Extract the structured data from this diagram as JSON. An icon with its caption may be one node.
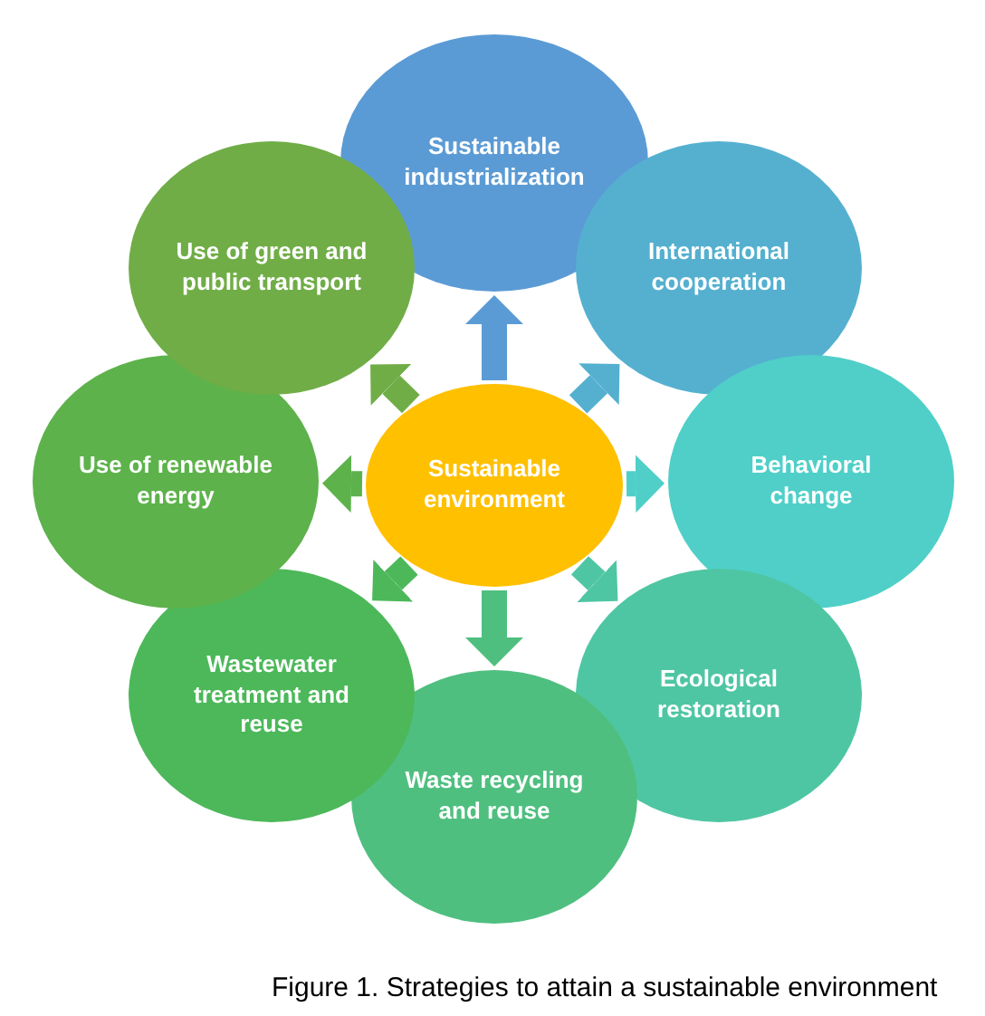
{
  "diagram": {
    "caption": "Figure 1. Strategies to attain a sustainable environment",
    "nodes": [
      {
        "text": [
          "Sustainable industrialization"
        ]
      },
      {
        "text": [
          "International cooperation"
        ]
      },
      {
        "text": [
          "Behavioral change"
        ]
      },
      {
        "text": [
          "Ecological restoration"
        ]
      },
      {
        "text": [
          "Waste recycling and reuse"
        ]
      },
      {
        "text": [
          "Wastewater treatment and reuse"
        ]
      },
      {
        "text": [
          "Use of renewable energy"
        ]
      },
      {
        "text": [
          "Use of green and public transport"
        ]
      },
      {
        "text": [
          "Sustainable environment"
        ]
      }
    ],
    "edges": [
      {
        "from": 8,
        "to": 0,
        "arrow": "to",
        "color": "#5b9bd5"
      },
      {
        "from": 8,
        "to": 1,
        "arrow": "to",
        "color": "#55b0d0"
      },
      {
        "from": 8,
        "to": 2,
        "arrow": "to",
        "color": "#4fcfc8"
      },
      {
        "from": 8,
        "to": 3,
        "arrow": "to",
        "color": "#4fc6a3"
      },
      {
        "from": 8,
        "to": 4,
        "arrow": "to",
        "color": "#4fbf80"
      },
      {
        "from": 8,
        "to": 5,
        "arrow": "to",
        "color": "#4cb85a"
      },
      {
        "from": 8,
        "to": 6,
        "arrow": "to",
        "color": "#5db24b"
      },
      {
        "from": 8,
        "to": 7,
        "arrow": "to",
        "color": "#70ad47"
      }
    ]
  }
}
